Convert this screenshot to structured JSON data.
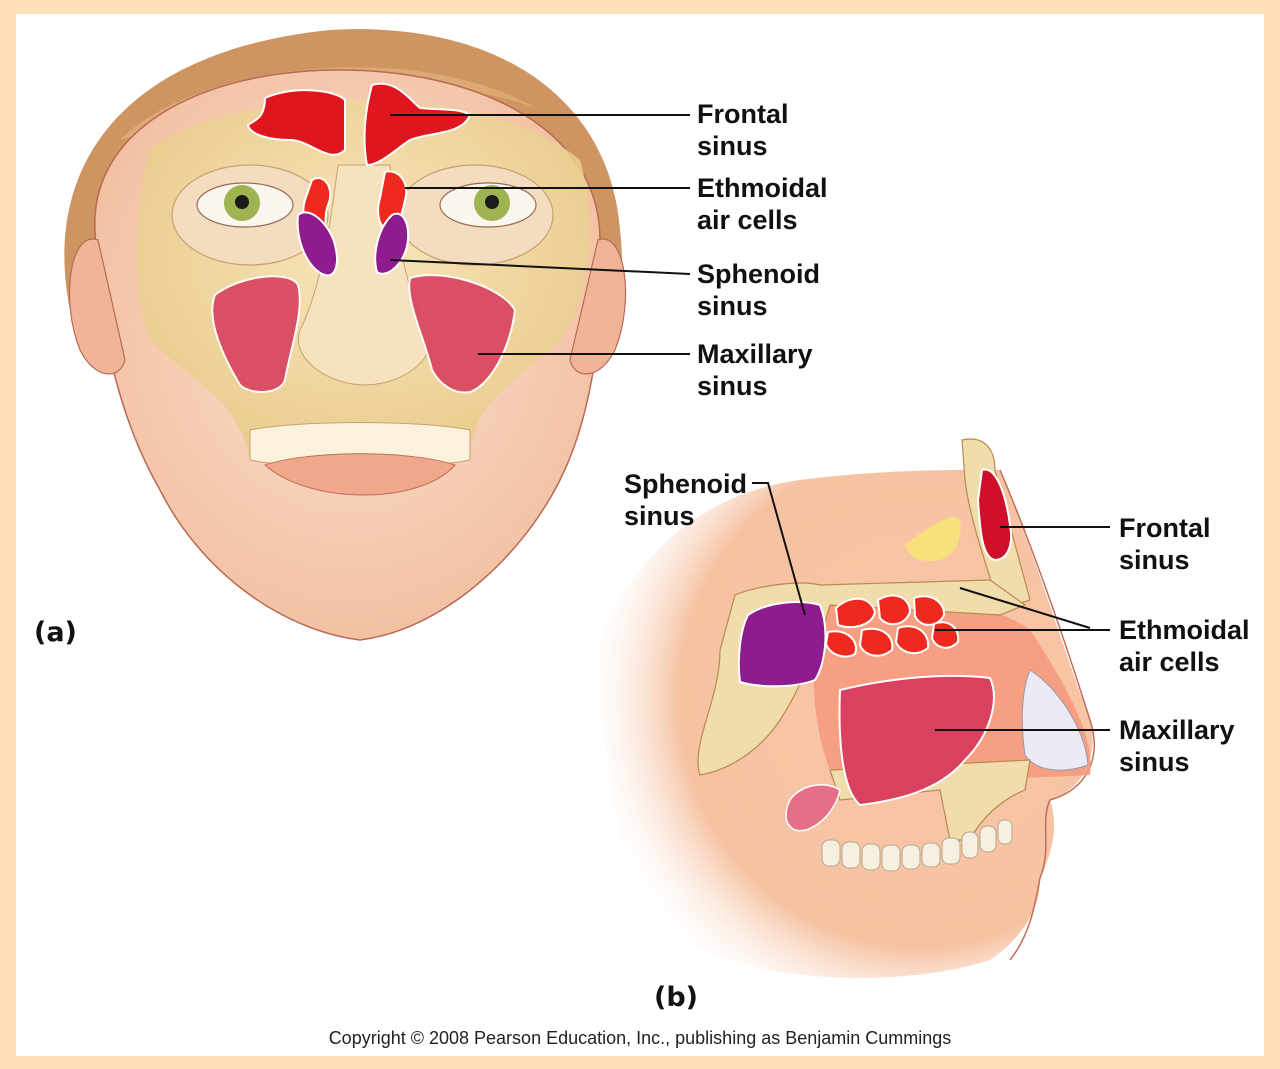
{
  "panel_a": {
    "letter": "(a)",
    "labels": {
      "frontal": [
        "Frontal",
        "sinus"
      ],
      "ethmoidal": [
        "Ethmoidal",
        "air cells"
      ],
      "sphenoid": [
        "Sphenoid",
        "sinus"
      ],
      "maxillary": [
        "Maxillary",
        "sinus"
      ]
    }
  },
  "panel_b": {
    "letter": "(b)",
    "labels": {
      "sphenoid": [
        "Sphenoid",
        "sinus"
      ],
      "frontal": [
        "Frontal",
        "sinus"
      ],
      "ethmoidal": [
        "Ethmoidal",
        "air cells"
      ],
      "maxillary": [
        "Maxillary",
        "sinus"
      ]
    }
  },
  "copyright": "Copyright © 2008 Pearson Education, Inc., publishing as Benjamin Cummings",
  "colors": {
    "border": "#fde0b6",
    "frontal": "#e0161e",
    "ethmoidal": "#ee2a1f",
    "sphenoid": "#8e1c8e",
    "maxillary": "#d9415f",
    "skin": "#f7ccb0",
    "bone": "#f1dcab",
    "hair": "#c98a52"
  }
}
